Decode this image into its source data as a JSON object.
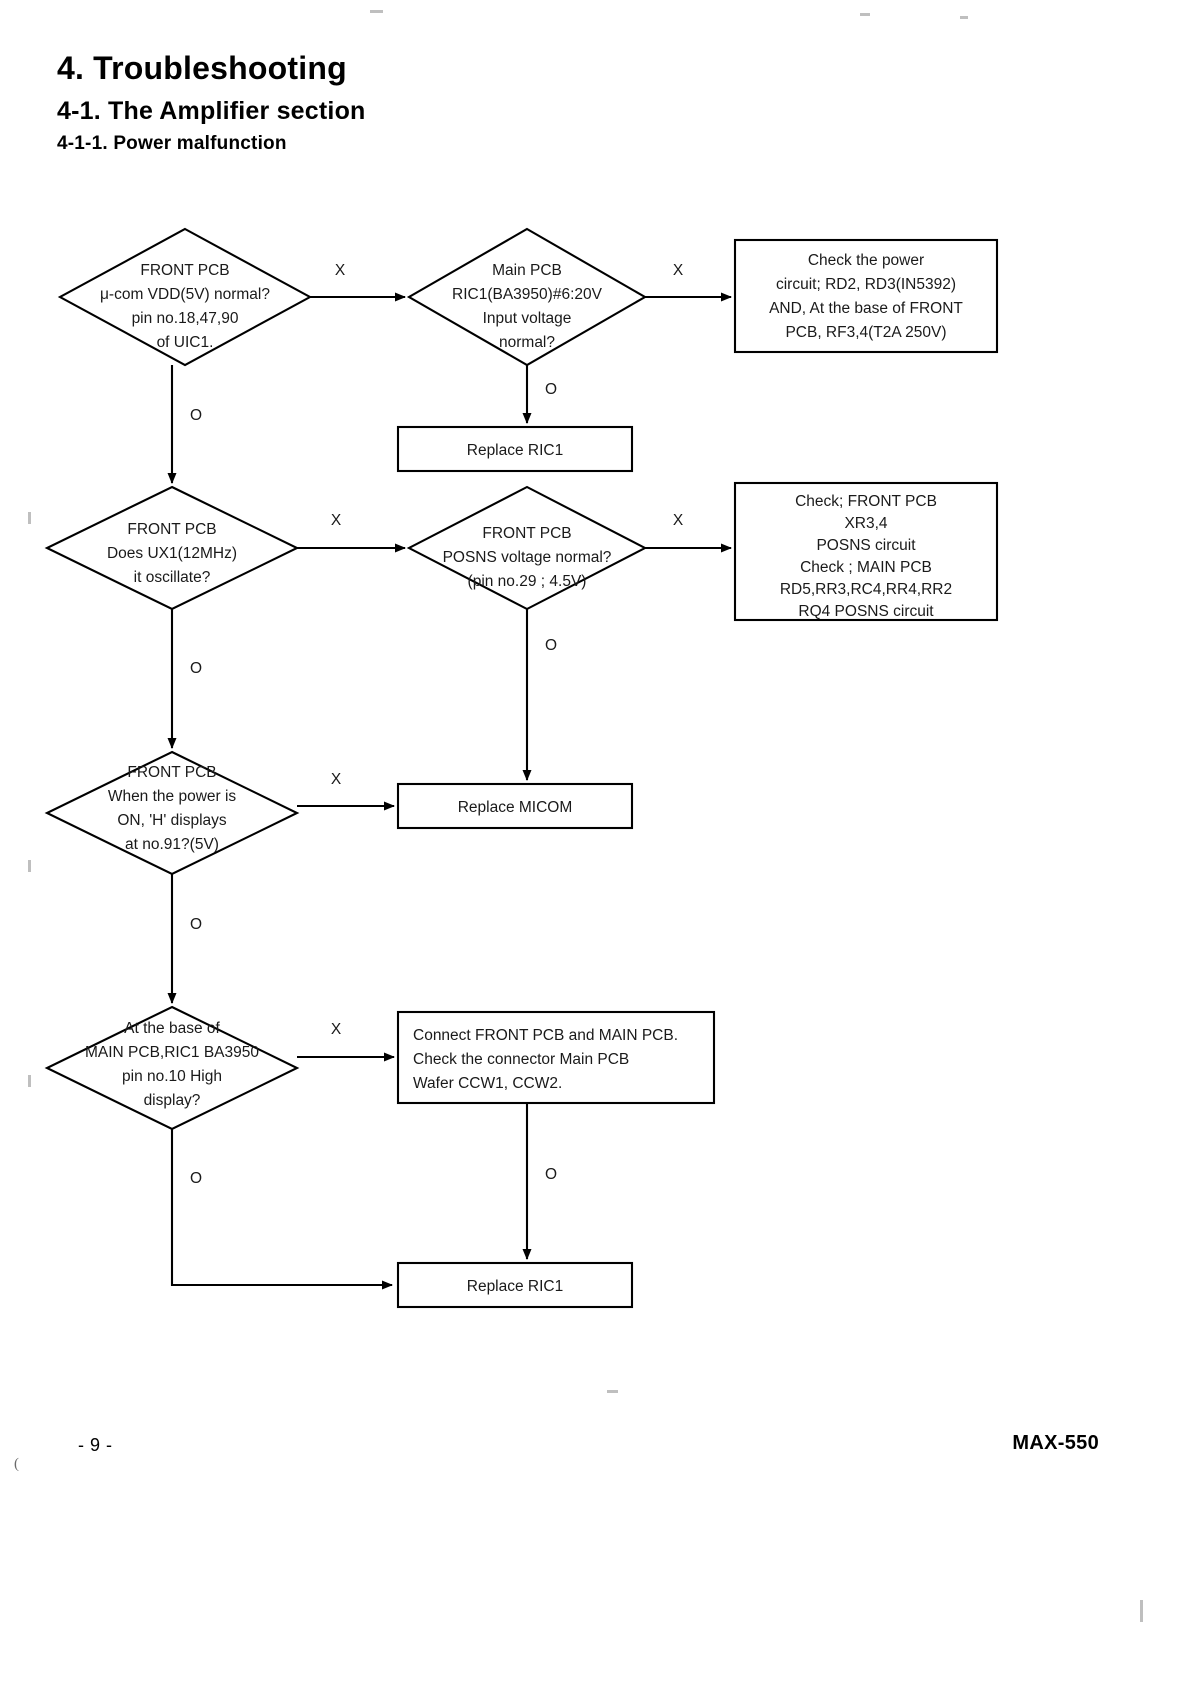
{
  "document": {
    "heading_1": "4. Troubleshooting",
    "heading_2": "4-1. The Amplifier section",
    "heading_3": "4-1-1. Power malfunction",
    "page_number": "- 9 -",
    "model": "MAX-550"
  },
  "flowchart": {
    "branch_yes_label": "O",
    "branch_no_label": "X",
    "nodes": {
      "d1": {
        "type": "decision",
        "lines": [
          "FRONT PCB",
          "μ-com VDD(5V) normal?",
          "pin no.18,47,90",
          "of UIC1."
        ]
      },
      "d2": {
        "type": "decision",
        "lines": [
          "Main PCB",
          "RIC1(BA3950)#6:20V",
          "Input voltage",
          "normal?"
        ]
      },
      "b1": {
        "type": "process",
        "lines": [
          "Check the power",
          "circuit; RD2, RD3(IN5392)",
          "AND, At the base of FRONT",
          "PCB, RF3,4(T2A 250V)"
        ]
      },
      "b2": {
        "type": "process",
        "lines": [
          "Replace RIC1"
        ]
      },
      "d3": {
        "type": "decision",
        "lines": [
          "FRONT PCB",
          "Does UX1(12MHz)",
          "it oscillate?"
        ]
      },
      "d4": {
        "type": "decision",
        "lines": [
          "FRONT PCB",
          "POSNS voltage normal?",
          "(pin no.29 ; 4.5V)"
        ]
      },
      "b3": {
        "type": "process",
        "lines": [
          "Check; FRONT PCB",
          "XR3,4",
          "POSNS circuit",
          "Check ; MAIN PCB",
          "RD5,RR3,RC4,RR4,RR2",
          "RQ4 POSNS circuit"
        ]
      },
      "d5": {
        "type": "decision",
        "lines": [
          "FRONT PCB",
          "When the power is",
          "ON, 'H' displays",
          "at no.91?(5V)"
        ]
      },
      "b4": {
        "type": "process",
        "lines": [
          "Replace MICOM"
        ]
      },
      "d6": {
        "type": "decision",
        "lines": [
          "At the base of",
          "MAIN PCB,RIC1  BA3950",
          "pin no.10 High",
          "display?"
        ]
      },
      "b5": {
        "type": "process",
        "lines": [
          "Connect FRONT PCB and MAIN PCB.",
          "Check the connector Main PCB",
          "Wafer CCW1, CCW2."
        ]
      },
      "b6": {
        "type": "process",
        "lines": [
          "Replace RIC1"
        ]
      }
    },
    "edge_labels": {
      "d1_no": "X",
      "d1_yes": "O",
      "d2_no": "X",
      "d2_yes": "O",
      "d3_no": "X",
      "d3_yes": "O",
      "d4_no": "X",
      "d4_yes": "O",
      "d5_no": "X",
      "d5_yes": "O",
      "d6_no": "X",
      "d6_yes": "O",
      "b5_yes": "O"
    }
  }
}
